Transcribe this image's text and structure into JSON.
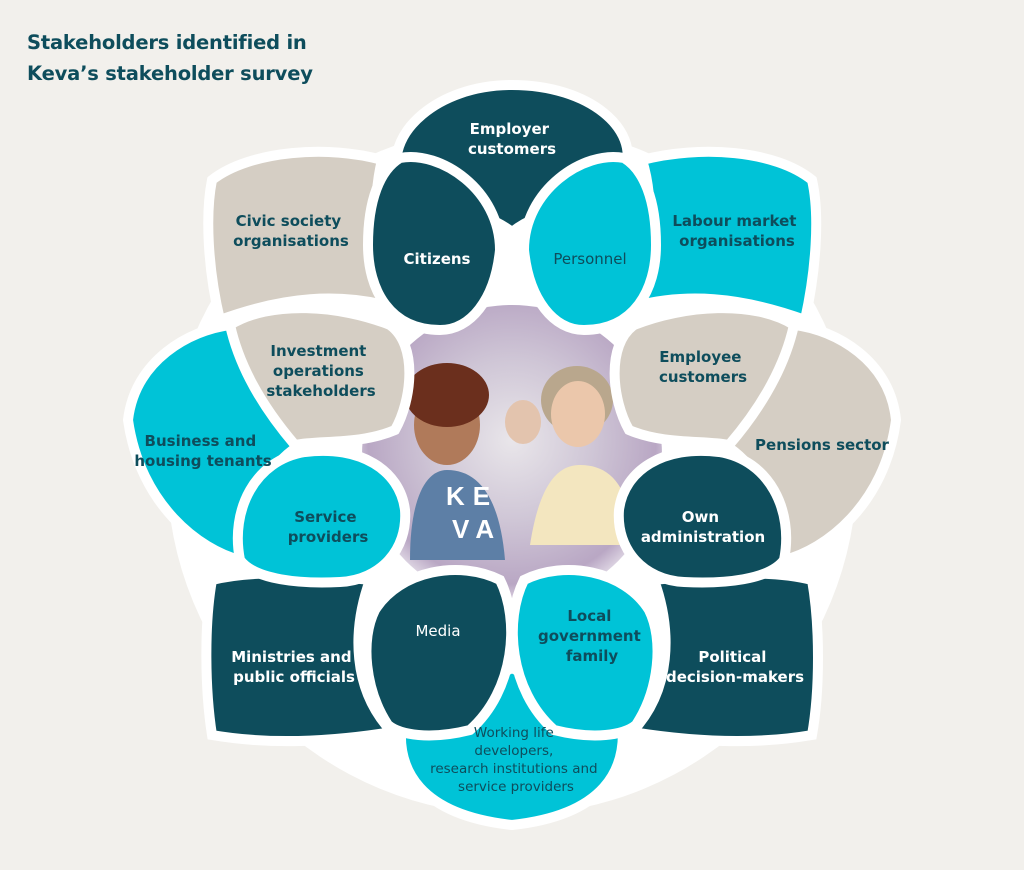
{
  "title": {
    "line1": "Stakeholders identified in",
    "line2": "Keva’s stakeholder survey"
  },
  "logo": {
    "top": "KE",
    "bottom": "VA"
  },
  "colors": {
    "dark": "#0e4d5c",
    "teal": "#00c3d7",
    "beige": "#d5cec4",
    "background": "#f2f0ec",
    "outline": "#ffffff"
  },
  "stakeholders": {
    "employer_customers": [
      "Employer",
      "customers"
    ],
    "citizens": [
      "Citizens"
    ],
    "personnel": [
      "Personnel"
    ],
    "civic_society": [
      "Civic society",
      "organisations"
    ],
    "labour_market": [
      "Labour market",
      "organisations"
    ],
    "investment_operations": [
      "Investment",
      "operations",
      "stakeholders"
    ],
    "employee_customers": [
      "Employee",
      "customers"
    ],
    "business_housing": [
      "Business and",
      "housing tenants"
    ],
    "pensions_sector": [
      "Pensions sector"
    ],
    "service_providers": [
      "Service",
      "providers"
    ],
    "own_administration": [
      "Own",
      "administration"
    ],
    "ministries": [
      "Ministries and",
      "public officials"
    ],
    "media": [
      "Media"
    ],
    "local_government": [
      "Local",
      "government",
      "family"
    ],
    "political": [
      "Political",
      "decision-makers"
    ],
    "working_life": [
      "Working life",
      "developers,",
      "research institutions and",
      "service providers"
    ]
  }
}
